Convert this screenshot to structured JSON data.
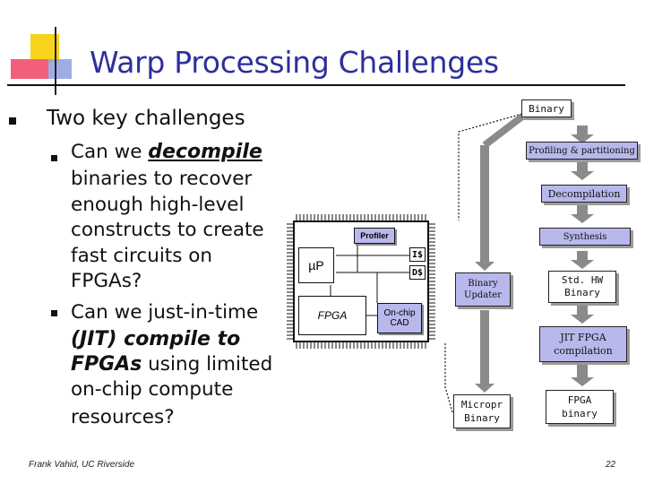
{
  "slide": {
    "title": "Warp Processing Challenges",
    "bullet1": "Two key challenges",
    "sub1_pre": "Can we ",
    "sub1_em": "decompile",
    "sub1_lines": [
      "binaries to recover",
      "enough high-level",
      "constructs to create",
      "fast circuits on",
      "FPGAs?"
    ],
    "sub2_line1": "Can we just-in-time",
    "sub2_em1": "(JIT) compile to",
    "sub2_em2": "FPGAs",
    "sub2_rest2": " using limited",
    "sub2_lines": [
      "on-chip compute",
      "resources?"
    ],
    "footer": "Frank Vahid, UC Riverside",
    "page_number": "22"
  },
  "diagram": {
    "binary": "Binary",
    "profiling": "Profiling & partitioning",
    "decompilation": "Decompilation",
    "synthesis": "Synthesis",
    "std_hw_line1": "Std. HW",
    "std_hw_line2": "Binary",
    "jit_line1": "JIT FPGA",
    "jit_line2": "compilation",
    "fpga_bin_line1": "FPGA",
    "fpga_bin_line2": "binary",
    "updater_line1": "Binary",
    "updater_line2": "Updater",
    "micropr_line1": "Micropr",
    "micropr_line2": "Binary",
    "chip": {
      "profiler": "Profiler",
      "up": "µP",
      "is": "I$",
      "ds": "D$",
      "fpga": "FPGA",
      "cad_line1": "On-chip",
      "cad_line2": "CAD"
    }
  },
  "colors": {
    "title": "#2f2f9c",
    "box_fill": "#b8b8ec",
    "arrow_fill": "#8a8a8a",
    "ornament_yellow": "#f7d31d",
    "ornament_pink": "#f0607a",
    "ornament_blue": "#8f9fe0"
  }
}
